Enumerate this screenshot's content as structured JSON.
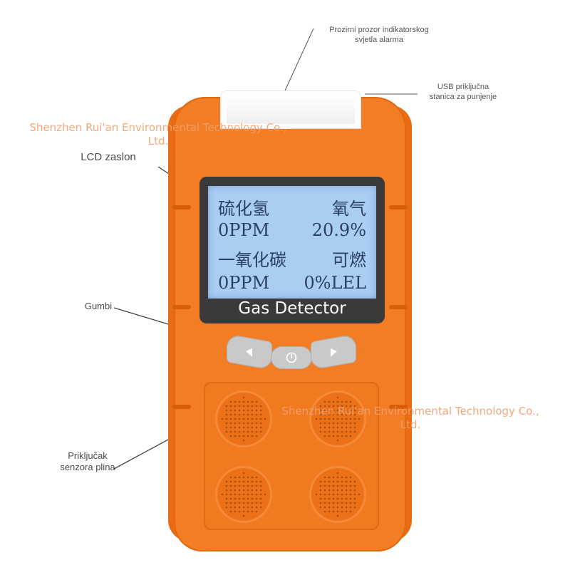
{
  "callouts": {
    "alarm_window": "Prozirni prozor indikatorskog\nsvjetla alarma",
    "usb_port": "USB priključna\nstanica za punjenje",
    "lcd": "LCD zaslon",
    "buttons": "Gumbi",
    "sensor_port": "Priključak\nsenzora plina"
  },
  "watermarks": {
    "top": "Shenzhen Rui'an Environmental Technology Co.,\nLtd.",
    "mid": "Shenzhen Rui'an Environmental Technology Co.,\nLtd."
  },
  "device": {
    "brand": "Gas Detector",
    "lcd": {
      "row1_left": "硫化氢",
      "row1_right": "氧气",
      "row2_left": "0PPM",
      "row2_right": "20.9%",
      "row3_left": "一氧化碳",
      "row3_right": "可燃",
      "row4_left": "0PPM",
      "row4_right": "0%LEL"
    },
    "buttons": {
      "left_icon": "triangle-left-icon",
      "center_icon": "power-icon",
      "right_icon": "triangle-right-icon"
    }
  },
  "colors": {
    "body": "#f27d24",
    "lcd": "#aacdf2",
    "watermark": "#f0a070"
  }
}
